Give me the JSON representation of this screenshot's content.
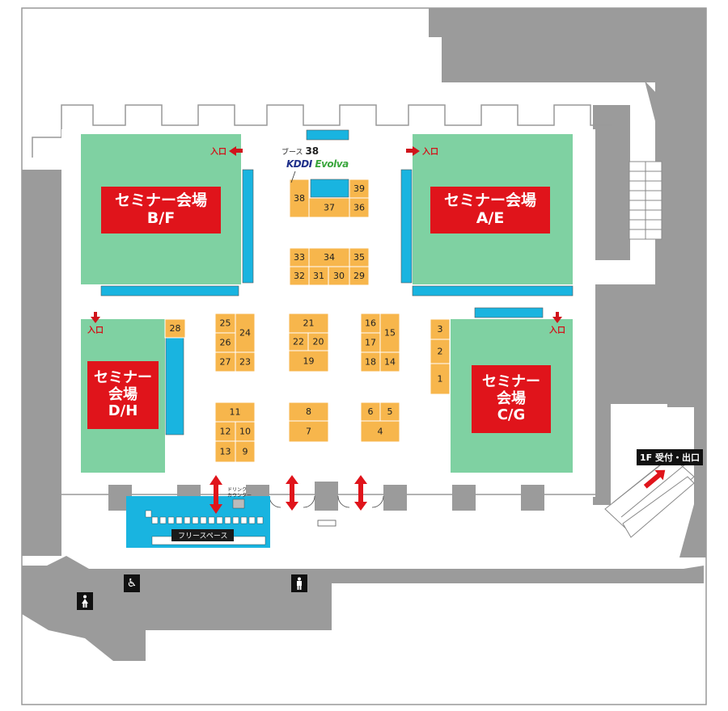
{
  "halls": [
    {
      "id": "bf",
      "lines": [
        "セミナー会場",
        "B/F"
      ]
    },
    {
      "id": "ae",
      "lines": [
        "セミナー会場",
        "A/E"
      ]
    },
    {
      "id": "dh",
      "lines": [
        "セミナー",
        "会場",
        "D/H"
      ]
    },
    {
      "id": "cg",
      "lines": [
        "セミナー",
        "会場",
        "C/G"
      ]
    }
  ],
  "entrance_label": "入口",
  "exit_label": "1F 受付・出口",
  "booth_caption_prefix": "ブース",
  "booth_caption_number": "38",
  "sponsor_brand": "KDDI",
  "sponsor_brand_sub": "Evolva",
  "free_space_label": "フリースペース",
  "drink_counter_label_1": "ドリンク",
  "drink_counter_label_2": "カウンター",
  "booths": [
    "1",
    "2",
    "3",
    "4",
    "5",
    "6",
    "7",
    "8",
    "9",
    "10",
    "11",
    "12",
    "13",
    "14",
    "15",
    "16",
    "17",
    "18",
    "19",
    "20",
    "21",
    "22",
    "23",
    "24",
    "25",
    "26",
    "27",
    "28",
    "29",
    "30",
    "31",
    "32",
    "33",
    "34",
    "35",
    "36",
    "37",
    "38",
    "39"
  ],
  "icons": [
    "wheelchair-icon",
    "restroom-men-icon",
    "restroom-women-icon"
  ],
  "colors": {
    "hall_green": "#7fd1a2",
    "booth_orange": "#f7b64c",
    "accent_cyan": "#19b4e0",
    "label_red": "#e0141b",
    "structure_gray": "#9b9b9b",
    "floor_white": "#ffffff"
  }
}
